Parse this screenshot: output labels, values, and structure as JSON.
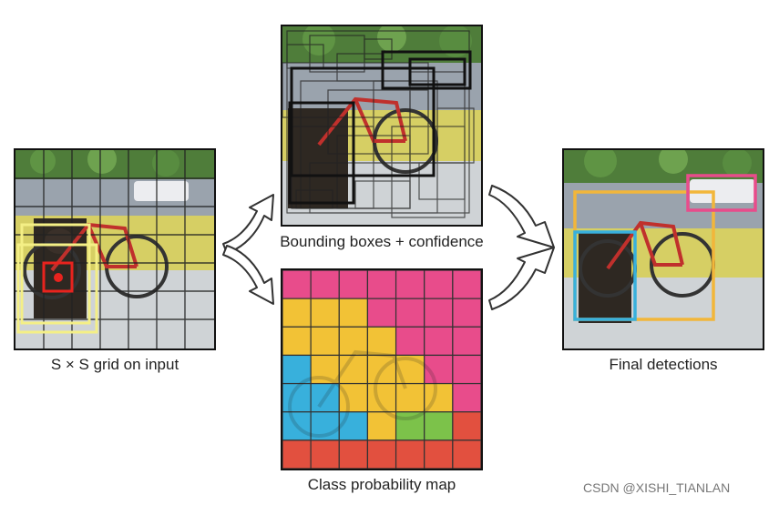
{
  "captions": {
    "grid": "S × S grid on input",
    "boxes": "Bounding boxes + confidence",
    "classmap": "Class probability map",
    "final": "Final detections"
  },
  "watermark": "CSDN @XISHI_TIANLAN",
  "colors": {
    "pink": "#e84c8b",
    "yellow": "#f2c236",
    "blue": "#38b0dc",
    "green": "#7cc24a",
    "red": "#e2503f",
    "grid_box": "#f4ef86",
    "center": "#e8231e"
  },
  "class_map": [
    [
      "pink",
      "pink",
      "pink",
      "pink",
      "pink",
      "pink",
      "pink"
    ],
    [
      "yellow",
      "yellow",
      "yellow",
      "pink",
      "pink",
      "pink",
      "pink"
    ],
    [
      "yellow",
      "yellow",
      "yellow",
      "yellow",
      "pink",
      "pink",
      "pink"
    ],
    [
      "blue",
      "yellow",
      "yellow",
      "yellow",
      "yellow",
      "pink",
      "pink"
    ],
    [
      "blue",
      "blue",
      "yellow",
      "yellow",
      "yellow",
      "yellow",
      "pink"
    ],
    [
      "blue",
      "blue",
      "blue",
      "yellow",
      "green",
      "green",
      "red"
    ],
    [
      "red",
      "red",
      "red",
      "red",
      "red",
      "red",
      "red"
    ]
  ]
}
